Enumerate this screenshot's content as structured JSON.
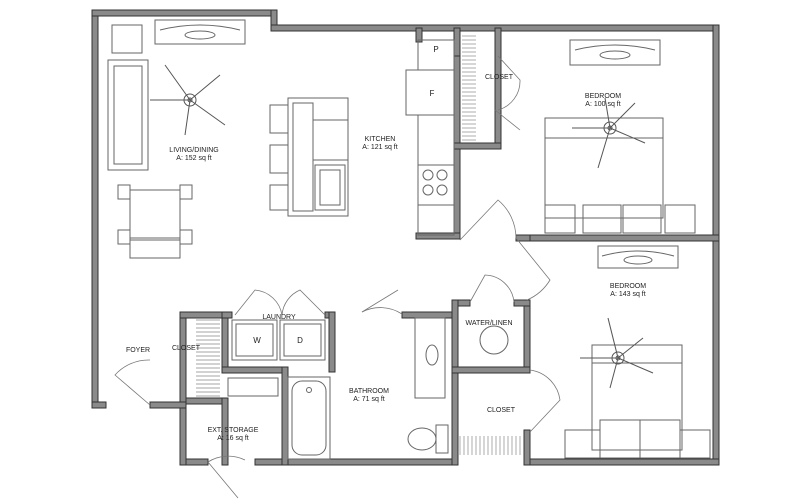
{
  "rooms": {
    "living_dining": {
      "name": "LIVING/DINING",
      "area": "A: 152 sq ft"
    },
    "kitchen": {
      "name": "KITCHEN",
      "area": "A: 121 sq ft"
    },
    "bedroom1": {
      "name": "BEDROOM",
      "area": "A: 100 sq ft"
    },
    "bedroom2": {
      "name": "BEDROOM",
      "area": "A: 143 sq ft"
    },
    "bathroom": {
      "name": "BATHROOM",
      "area": "A: 71 sq ft"
    },
    "ext_storage": {
      "name": "EXT. STORAGE",
      "area": "A: 16 sq ft"
    },
    "foyer": {
      "name": "FOYER"
    },
    "closet_foyer": {
      "name": "CLOSET"
    },
    "closet_bed1": {
      "name": "CLOSET"
    },
    "closet_bed2": {
      "name": "CLOSET"
    },
    "laundry": {
      "name": "LAUNDRY"
    },
    "water_linen": {
      "name": "WATER/LINEN"
    }
  },
  "appliances": {
    "pantry": "P",
    "fridge": "F",
    "washer": "W",
    "dryer": "D"
  }
}
